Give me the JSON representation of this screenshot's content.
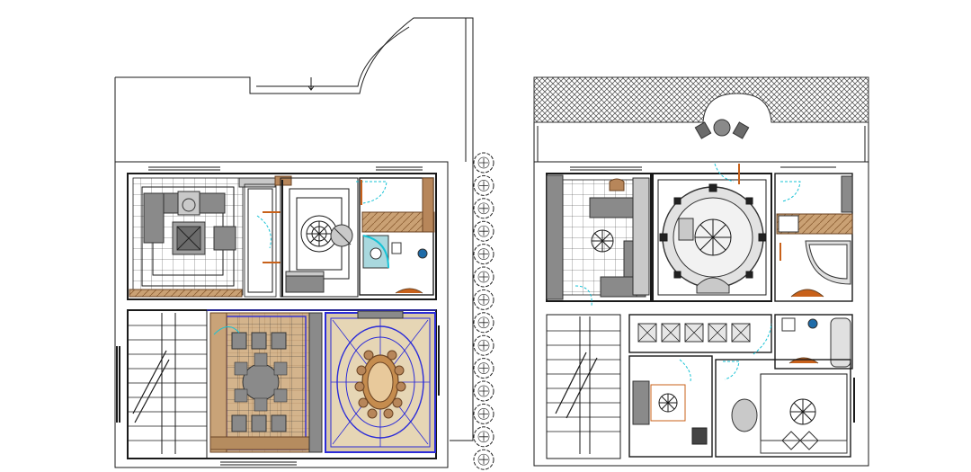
{
  "drawing": {
    "colors": {
      "background": "#ffffff",
      "line": "#1a1a1a",
      "furniture": "#8a8a8a",
      "furniture_light": "#c9c9c9",
      "wood": "#b7865a",
      "wood_light": "#d9b98f",
      "accent_orange": "#c8611a",
      "ceiling_blue": "#2b2bd8",
      "swing_cyan": "#17c3d6",
      "hatch": "#555555"
    },
    "plans": [
      {
        "id": "left-plan"
      },
      {
        "id": "right-plan"
      }
    ],
    "tree_count": 14,
    "chandelier_icon": "chandelier-icon",
    "tree_icon": "tree-icon"
  }
}
